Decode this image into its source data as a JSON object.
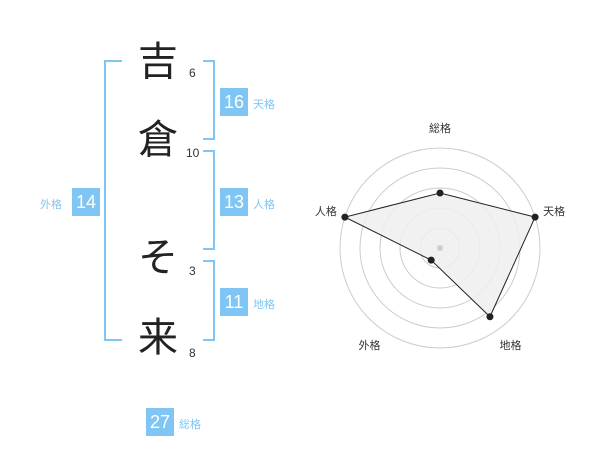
{
  "name": {
    "chars": [
      {
        "char": "吉",
        "strokes": "6"
      },
      {
        "char": "倉",
        "strokes": "10"
      },
      {
        "char": "そ",
        "strokes": "3"
      },
      {
        "char": "来",
        "strokes": "8"
      }
    ]
  },
  "scores": {
    "tenkaku": {
      "value": "16",
      "label": "天格"
    },
    "jinkaku": {
      "value": "13",
      "label": "人格"
    },
    "chikaku": {
      "value": "11",
      "label": "地格"
    },
    "gaikaku": {
      "value": "14",
      "label": "外格"
    },
    "soukaku": {
      "value": "27",
      "label": "総格"
    }
  },
  "radar": {
    "axes": [
      "総格",
      "天格",
      "地格",
      "外格",
      "人格"
    ],
    "values": [
      0.55,
      1.0,
      0.85,
      0.15,
      1.0
    ],
    "fill_color": "#eeeeee",
    "line_color": "#222222",
    "ring_color": "#cccccc",
    "accent_color": "#7fc6f4"
  }
}
